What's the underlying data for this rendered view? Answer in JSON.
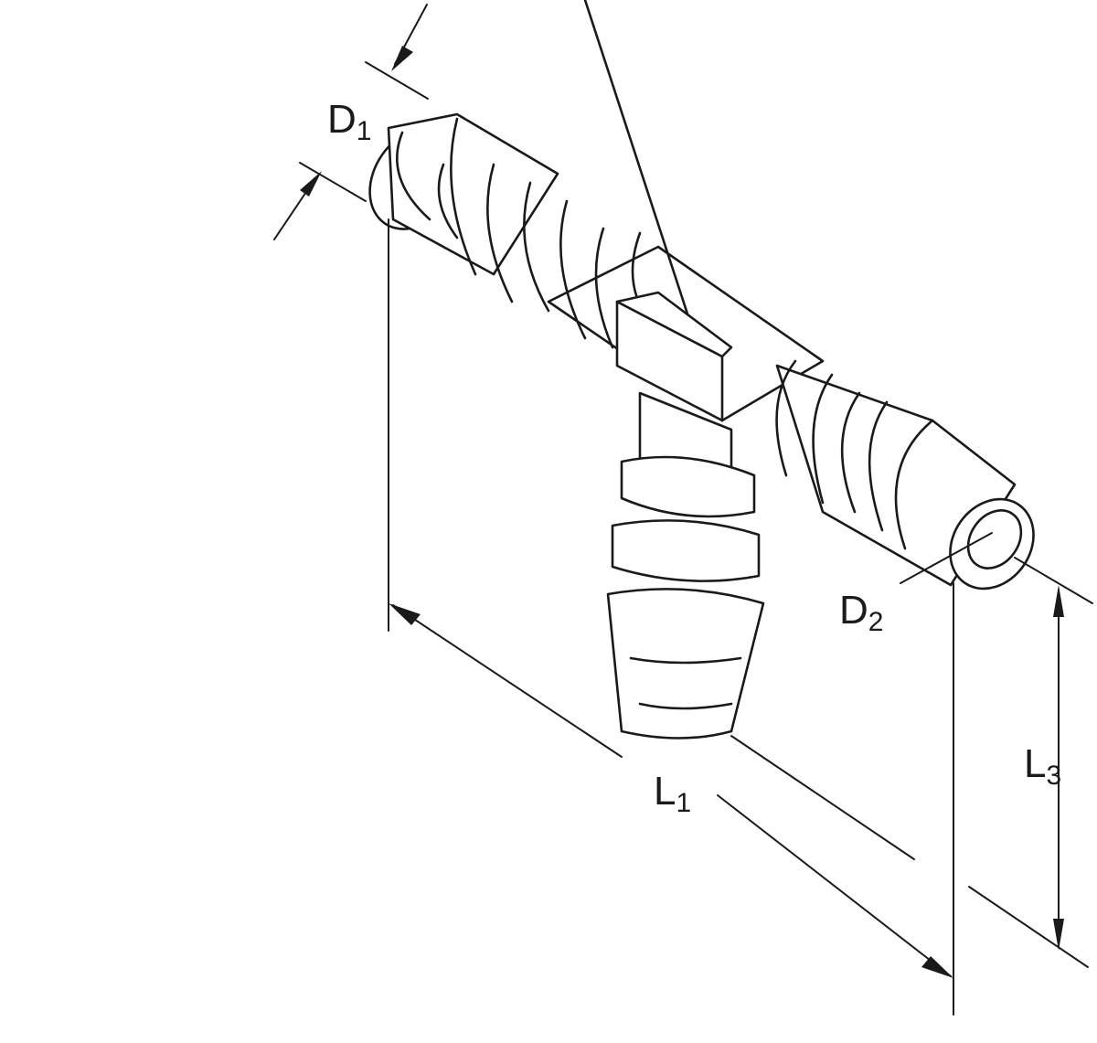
{
  "labels": {
    "d1": {
      "main": "D",
      "sub": "1"
    },
    "d2": {
      "main": "D",
      "sub": "2"
    },
    "l1": {
      "main": "L",
      "sub": "1"
    },
    "l3": {
      "main": "L",
      "sub": "3"
    }
  },
  "colors": {
    "line": "#1a1a1a",
    "background": "#ffffff"
  }
}
